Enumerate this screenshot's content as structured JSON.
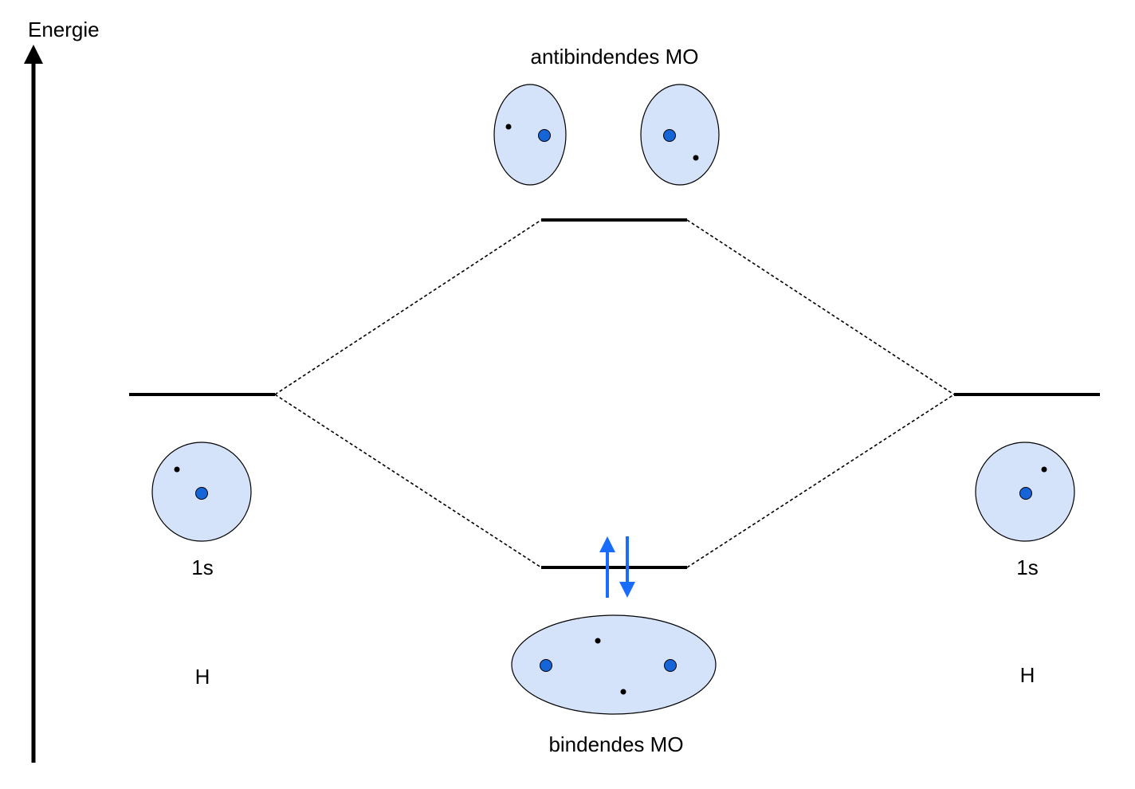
{
  "axis": {
    "label": "Energie"
  },
  "left_atom": {
    "orbital_label": "1s",
    "element_label": "H"
  },
  "right_atom": {
    "orbital_label": "1s",
    "element_label": "H"
  },
  "antibonding": {
    "label": "antibindendes MO"
  },
  "bonding": {
    "label": "bindendes MO",
    "electrons": [
      "spin-up",
      "spin-down"
    ]
  },
  "colors": {
    "orbital_fill": "#d5e3fa",
    "nucleus": "#1565d8",
    "electron_arrow": "#1a6cff",
    "level_line": "#000000"
  }
}
